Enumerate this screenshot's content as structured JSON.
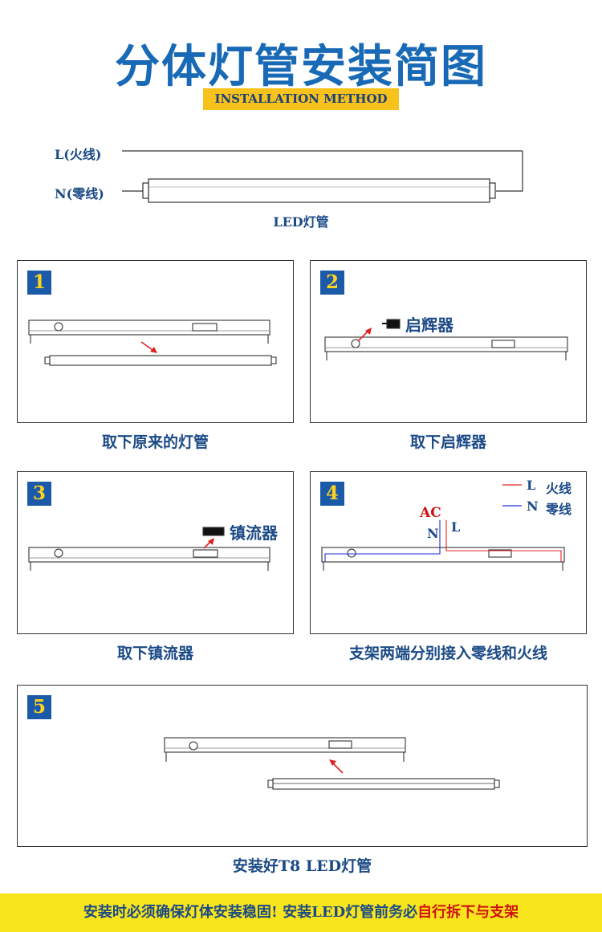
{
  "title": "分体灯管安装简图",
  "subtitle": "INSTALLATION METHOD",
  "wiring": {
    "live_label": "L(火线)",
    "neutral_label": "N(零线)",
    "tube_label": "LED灯管"
  },
  "steps": [
    {
      "number": "1",
      "caption": "取下原来的灯管"
    },
    {
      "number": "2",
      "caption": "取下启辉器",
      "part_label": "启辉器"
    },
    {
      "number": "3",
      "caption": "取下镇流器",
      "part_label": "镇流器"
    },
    {
      "number": "4",
      "caption": "支架两端分别接入零线和火线",
      "ac_label": "AC",
      "n_label": "N",
      "l_label": "L",
      "legend": [
        {
          "code": "L",
          "text": "火线",
          "color": "#e02020"
        },
        {
          "code": "N",
          "text": "零线",
          "color": "#2030d0"
        }
      ]
    },
    {
      "number": "5",
      "caption": "安装好T8 LED灯管"
    }
  ],
  "footer": {
    "main": "安装时必须确保灯体安装稳固! 安装LED灯管前务必",
    "warning": "自行拆下与支架"
  },
  "colors": {
    "title": "#1869b6",
    "badge": "#1b5aa8",
    "badge_text": "#ffd21e",
    "accent_yellow": "#f7c21b",
    "arrow": "#e02020",
    "live_wire": "#e02020",
    "neutral_wire": "#2030d0"
  }
}
